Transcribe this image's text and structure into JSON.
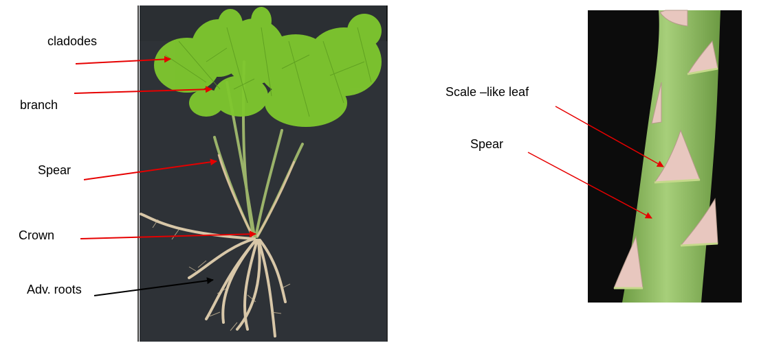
{
  "left_figure": {
    "labels": {
      "cladodes": "cladodes",
      "branch": "branch",
      "spear": "Spear",
      "crown": "Crown",
      "adv_roots": "Adv. roots"
    }
  },
  "right_figure": {
    "labels": {
      "scale_leaf": "Scale –like leaf",
      "spear": "Spear"
    }
  },
  "colors": {
    "arrow_red": "#e60000",
    "arrow_black": "#000000",
    "photo_background": "#2b2f33",
    "foliage": "#7fc82e",
    "stem_green": "#8fbf63",
    "root_beige": "#d8c7a8",
    "tip_pink": "#e8c7bf"
  }
}
